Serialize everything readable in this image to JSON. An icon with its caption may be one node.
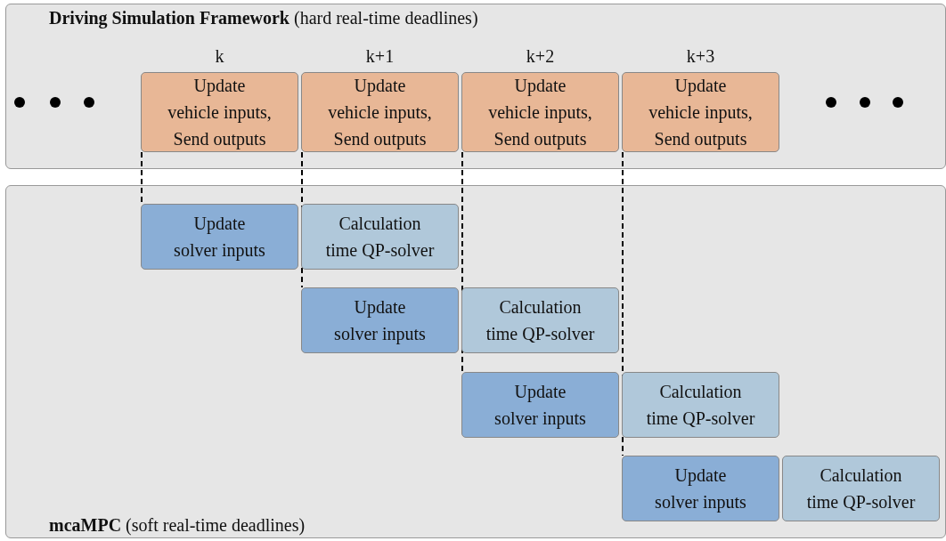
{
  "diagram": {
    "nodes": [
      {
        "text": [
          "**Driving Simulation Framework** (hard real-time deadlines)"
        ]
      },
      {
        "text": [
          "**mcaMPC** (soft real-time deadlines)"
        ]
      },
      {
        "text": [
          "Update vehicle inputs, Send outputs"
        ],
        "in": 0,
        "beside": [
          "k"
        ]
      },
      {
        "text": [
          "Update vehicle inputs, Send outputs"
        ],
        "in": 0,
        "beside": [
          "k+1"
        ]
      },
      {
        "text": [
          "Update vehicle inputs, Send outputs"
        ],
        "in": 0,
        "beside": [
          "k+2"
        ]
      },
      {
        "text": [
          "Update vehicle inputs, Send outputs"
        ],
        "in": 0,
        "beside": [
          "k+3"
        ]
      },
      {
        "text": [
          "Update solver inputs"
        ],
        "in": 1
      },
      {
        "text": [
          "Calculation time QP-solver"
        ],
        "in": 1
      },
      {
        "text": [
          "Update solver inputs"
        ],
        "in": 1
      },
      {
        "text": [
          "Calculation time QP-solver"
        ],
        "in": 1
      },
      {
        "text": [
          "Update solver inputs"
        ],
        "in": 1
      },
      {
        "text": [
          "Calculation time QP-solver"
        ],
        "in": 1
      },
      {
        "text": [
          "Update solver inputs"
        ],
        "in": 1
      },
      {
        "text": [
          "Calculation time QP-solver"
        ],
        "in": 1
      }
    ],
    "edges": [
      {
        "from": 2,
        "to": 6,
        "arrow": "none",
        "style": "dashed"
      },
      {
        "from": 3,
        "to": 8,
        "arrow": "none",
        "style": "dashed"
      },
      {
        "from": 4,
        "to": 10,
        "arrow": "none",
        "style": "dashed"
      },
      {
        "from": 5,
        "to": 12,
        "arrow": "none",
        "style": "dashed"
      }
    ]
  }
}
